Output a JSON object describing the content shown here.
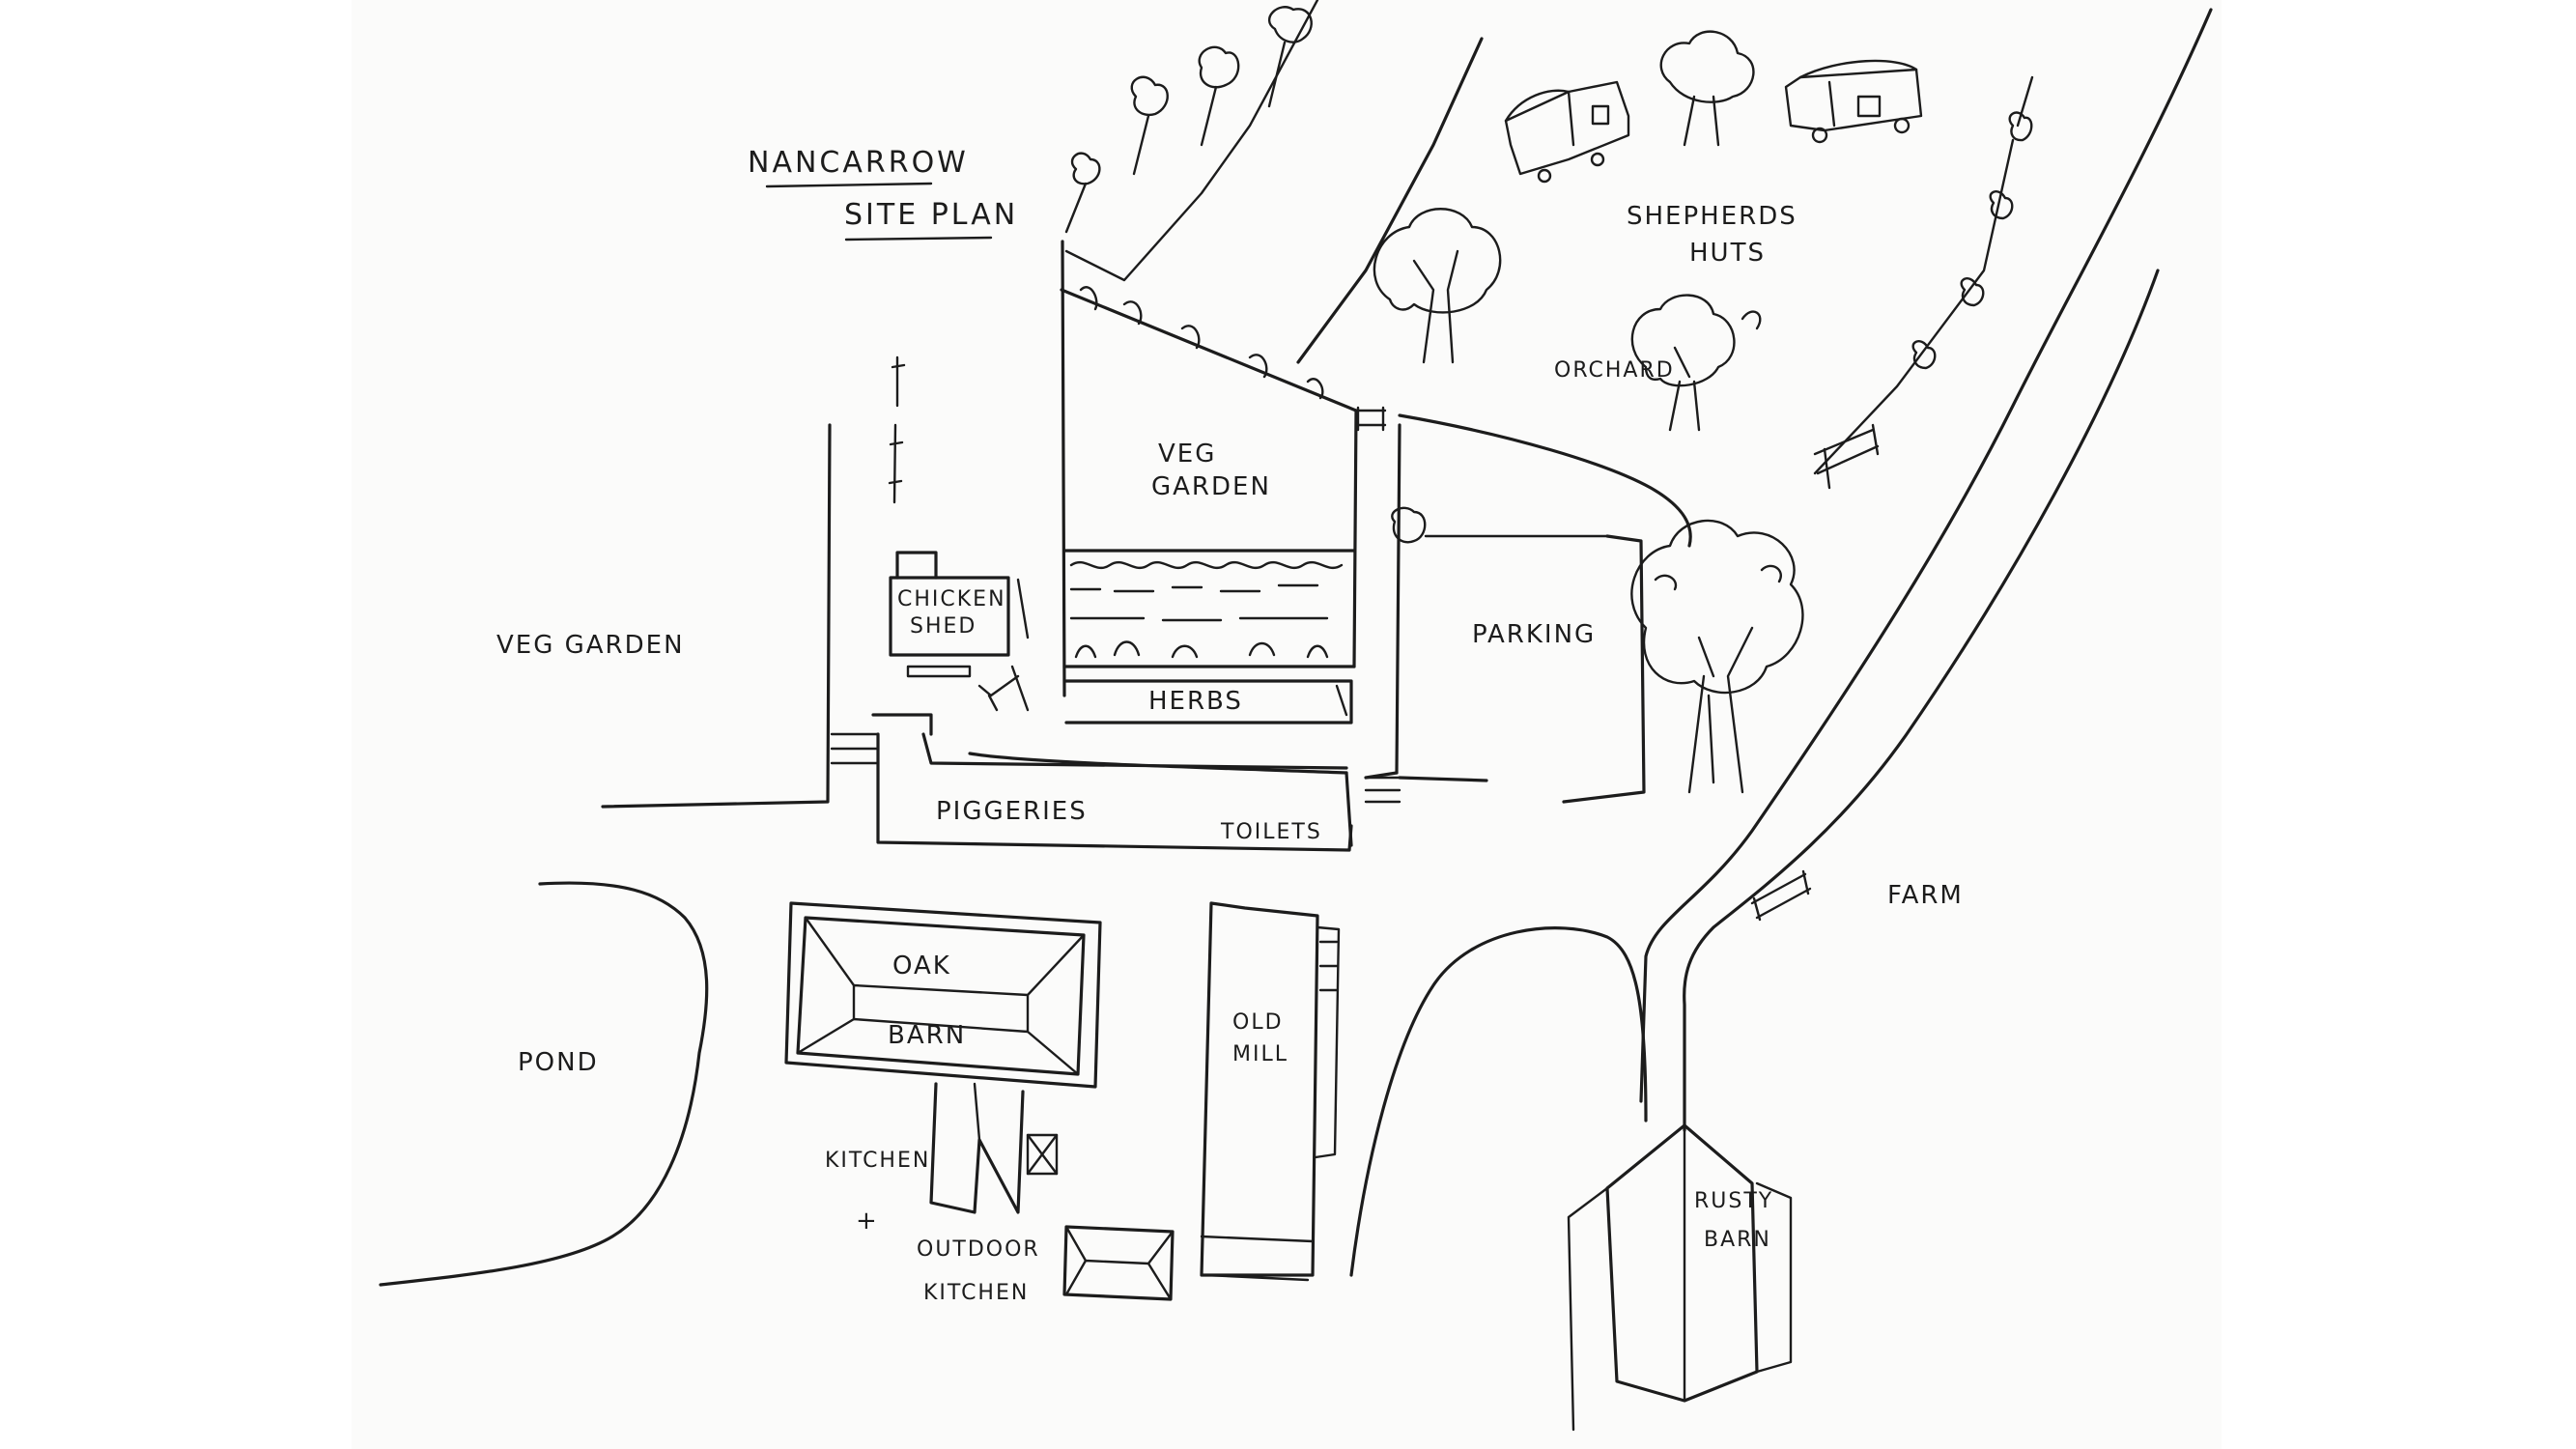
{
  "title": {
    "line1": "NANCARROW",
    "line2": "SITE PLAN"
  },
  "labels": {
    "shepherds_huts_1": "SHEPHERDS",
    "shepherds_huts_2": "HUTS",
    "orchard": "ORCHARD",
    "veg_garden_north_1": "VEG",
    "veg_garden_north_2": "GARDEN",
    "chicken_shed_1": "CHICKEN",
    "chicken_shed_2": "SHED",
    "veg_garden_west": "VEG GARDEN",
    "herbs": "HERBS",
    "parking": "PARKING",
    "piggeries": "PIGGERIES",
    "toilets": "TOILETS",
    "farm": "FARM",
    "oak_barn_1": "OAK",
    "oak_barn_2": "BARN",
    "old_mill_1": "OLD",
    "old_mill_2": "MILL",
    "pond": "POND",
    "kitchen_1": "KITCHEN",
    "kitchen_plus": "+",
    "kitchen_2": "OUTDOOR",
    "kitchen_3": "KITCHEN",
    "rusty_barn_1": "RUSTY",
    "rusty_barn_2": "BARN"
  },
  "colors": {
    "ink": "#1c1c1c",
    "paper": "#fbfbfa"
  }
}
